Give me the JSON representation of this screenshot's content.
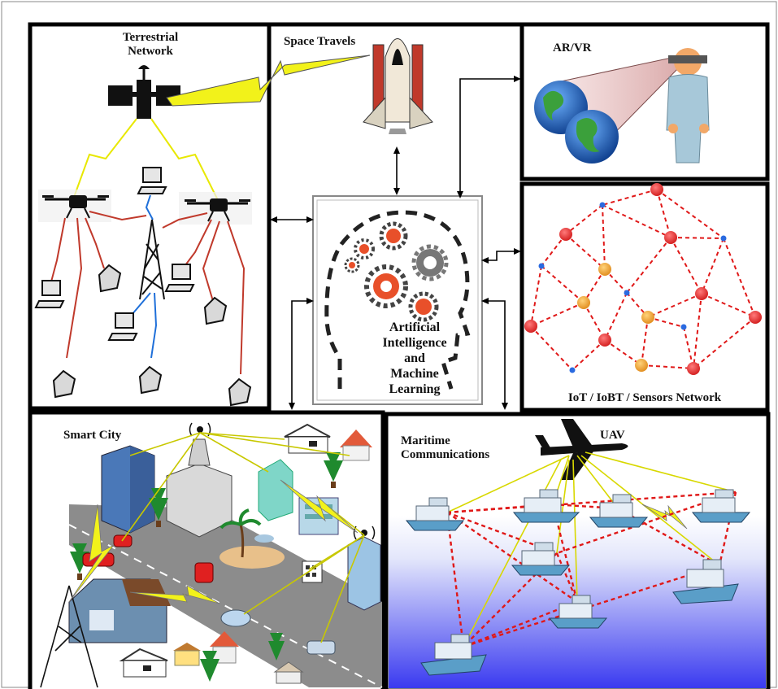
{
  "panels": {
    "terrestrial": {
      "title_line1": "Terrestrial",
      "title_line2": "Network"
    },
    "space": {
      "title": "Space Travels"
    },
    "arvr": {
      "title": "AR/VR"
    },
    "ai": {
      "line1": "Artificial",
      "line2": "Intelligence",
      "line3": "and",
      "line4": "Machine",
      "line5": "Learning"
    },
    "iot": {
      "title": "IoT / IoBT / Sensors Network"
    },
    "smart_city": {
      "title": "Smart City"
    },
    "maritime": {
      "title_line1": "Maritime",
      "title_line2": "Communications",
      "uav_label": "UAV"
    }
  },
  "colors": {
    "border": "#000000",
    "lightning": "#f2f21a",
    "red_link": "#c0392b",
    "blue_link": "#1e6fd9",
    "sensor_red": "#e8262a",
    "sensor_orange": "#f0a030",
    "sea_top": "#ffffff",
    "sea_bottom": "#3d3df0",
    "gear_orange": "#e8502a",
    "dashed_red": "#e01818"
  },
  "icons": [
    "satellite-icon",
    "drone-icon",
    "laptop-icon",
    "phone-icon",
    "tower-icon",
    "shuttle-icon",
    "globe-icon",
    "person-icon",
    "gear-icon",
    "airplane-icon",
    "ship-icon",
    "building-icon",
    "car-icon",
    "tree-icon",
    "house-icon"
  ]
}
